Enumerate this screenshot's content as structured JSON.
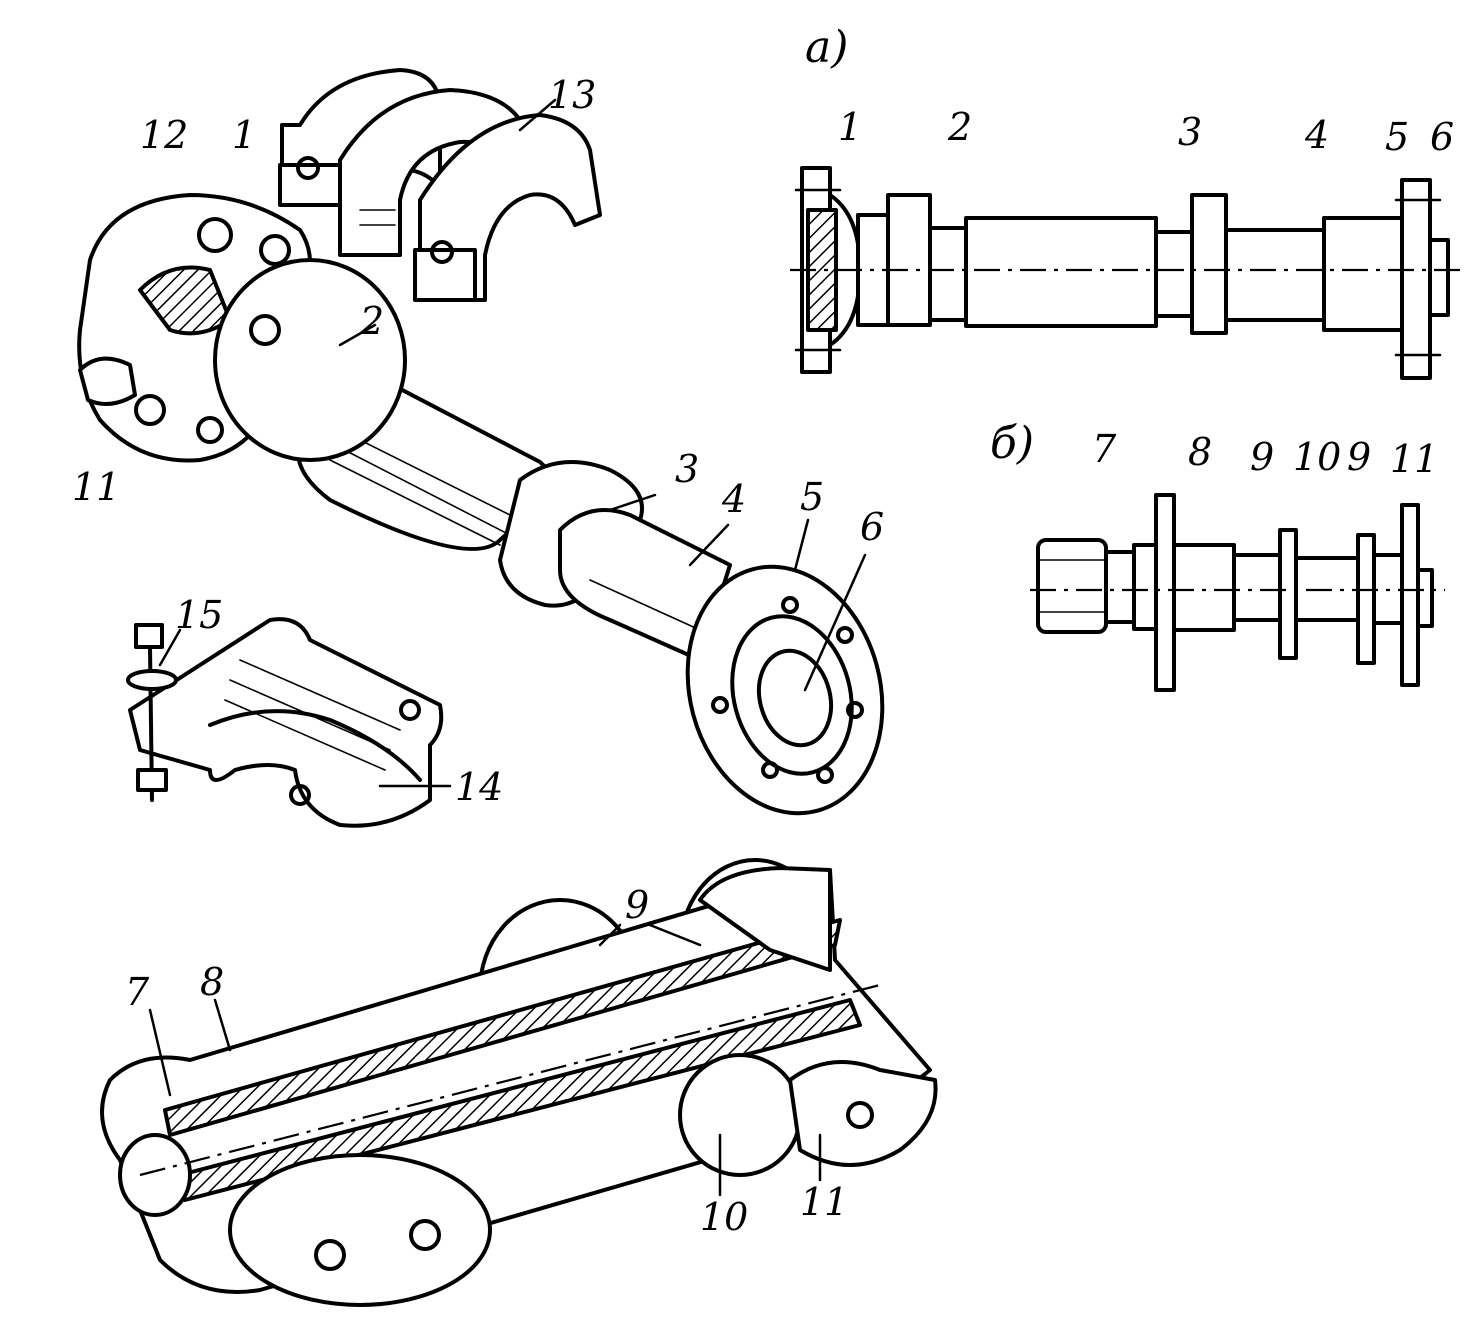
{
  "view_captions": {
    "a": "а)",
    "b": "б)"
  },
  "labels": {
    "top_view_a": [
      "1",
      "2",
      "3",
      "4",
      "5",
      "6"
    ],
    "side_view_b": [
      "7",
      "8",
      "9",
      "10",
      "9",
      "11"
    ],
    "iso_shaft": [
      "12",
      "1",
      "13",
      "2",
      "11",
      "3",
      "4",
      "5",
      "6"
    ],
    "bearing_half": [
      "15",
      "14"
    ],
    "cutaway": [
      "9",
      "7",
      "8",
      "10",
      "11"
    ]
  }
}
